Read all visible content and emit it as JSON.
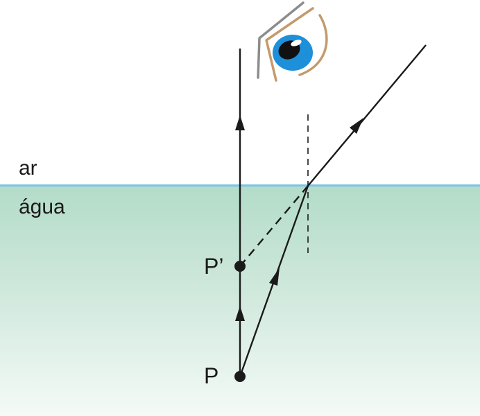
{
  "media": {
    "air_label": "ar",
    "water_label": "água"
  },
  "points": {
    "object_label": "P",
    "image_label": "P’"
  },
  "colors": {
    "water_top": "#b3dcc8",
    "water_bottom": "#f4faf7",
    "surface_line": "#7cc3e8",
    "ray": "#1a1a1a",
    "iris": "#1e8fd9",
    "eyelid_outer": "#8c8c8c",
    "eyelid_inner": "#c49a6c"
  },
  "icons": [
    "eye-icon"
  ]
}
